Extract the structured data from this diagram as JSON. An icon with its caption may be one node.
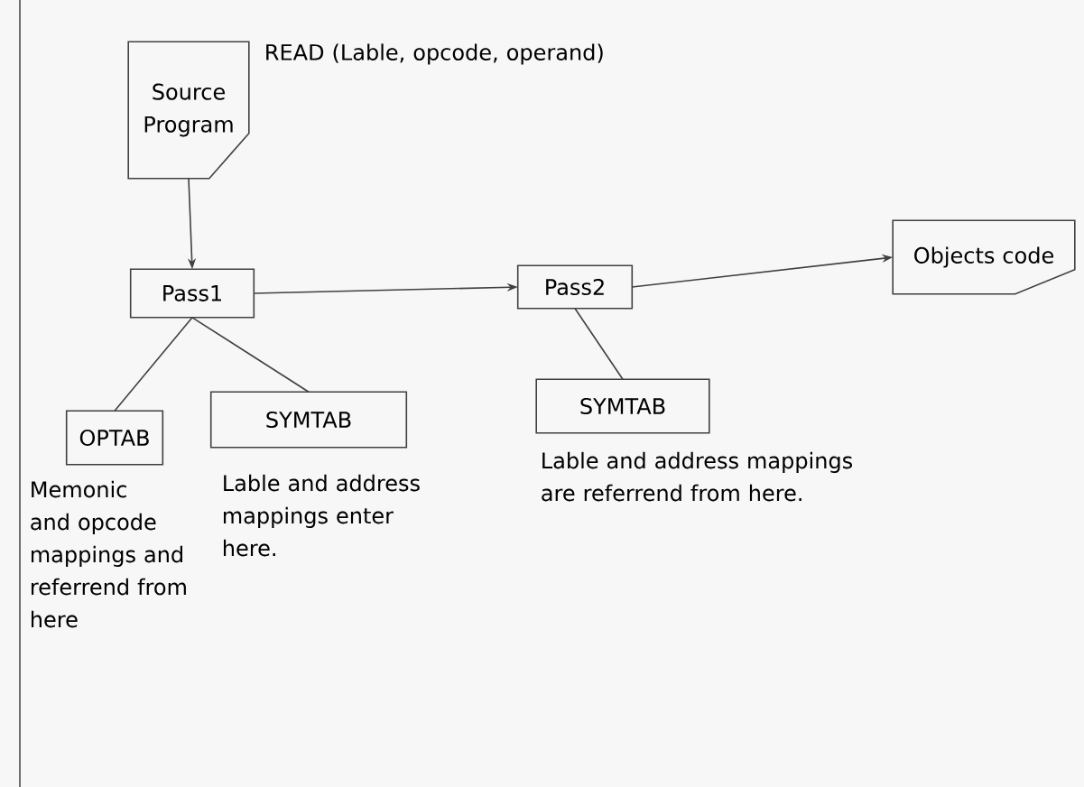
{
  "diagram": {
    "nodes": [
      {
        "text": [
          "Source Program"
        ],
        "beside": [
          "READ (Lable, opcode, operand)"
        ]
      },
      {
        "text": [
          "Pass1"
        ]
      },
      {
        "text": [
          "Pass2"
        ]
      },
      {
        "text": [
          "Objects code"
        ]
      },
      {
        "text": [
          "OPTAB"
        ],
        "beside": [
          "Memonic and opcode mappings and referrend from here"
        ]
      },
      {
        "text": [
          "SYMTAB"
        ],
        "beside": [
          "Lable and address mappings enter here."
        ]
      },
      {
        "text": [
          "SYMTAB"
        ],
        "beside": [
          "Lable and address mappings are referrend from here."
        ]
      }
    ],
    "edges": [
      {
        "from": 0,
        "to": 1,
        "arrow": "to"
      },
      {
        "from": 1,
        "to": 2,
        "arrow": "to"
      },
      {
        "from": 2,
        "to": 3,
        "arrow": "to"
      },
      {
        "from": 1,
        "to": 4,
        "arrow": "none"
      },
      {
        "from": 1,
        "to": 5,
        "arrow": "none"
      },
      {
        "from": 2,
        "to": 6,
        "arrow": "none"
      }
    ]
  }
}
